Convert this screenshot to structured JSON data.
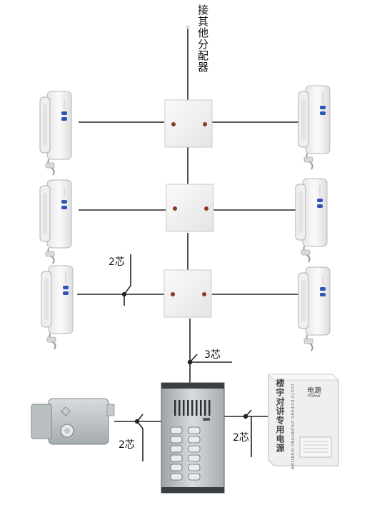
{
  "top_label": "接其他分配器",
  "wire_labels": {
    "handset_branch": "2芯",
    "main_trunk": "3芯",
    "lock": "2芯",
    "power": "2芯"
  },
  "power_supply": {
    "title": "电源",
    "subtitle": "Power",
    "name_cn": "楼宇对讲专用电源",
    "name_pinyin": "LOUYU DUIJIANG ZHUANYONG DIANYUAN"
  },
  "colors": {
    "wire": "#222222",
    "device_body": "#f2f3f2",
    "button_blue": "#2d55b8",
    "panel_metal": "#c9ccce",
    "lock_metal": "#bfc4c7"
  },
  "icons": {
    "handset": "intercom-handset-icon",
    "distributor": "distributor-box-icon",
    "door_station": "door-station-panel-icon",
    "lock": "electric-lock-icon",
    "power": "power-supply-icon"
  }
}
